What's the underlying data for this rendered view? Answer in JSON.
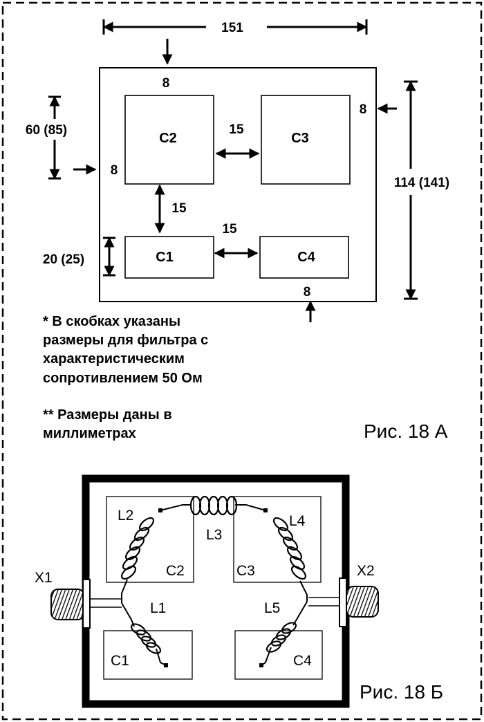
{
  "fig_a": {
    "caption": "Рис. 18 А",
    "overall_width": "151",
    "overall_height": "114 (141)",
    "cell_height_large": "60 (85)",
    "cell_height_small": "20 (25)",
    "margin_top": "8",
    "margin_left": "8",
    "margin_right": "8",
    "margin_bottom": "8",
    "gap_horizontal_top": "15",
    "gap_vertical": "15",
    "gap_horizontal_bottom": "15",
    "blocks": [
      "C2",
      "C3",
      "C1",
      "C4"
    ],
    "note1": [
      "* В скобках указаны",
      "размеры для фильтра с",
      "характеристическим",
      "сопротивлением 50 Ом"
    ],
    "note2": [
      "** Размеры даны в",
      "миллиметрах"
    ]
  },
  "fig_b": {
    "caption": "Рис. 18 Б",
    "connectors": [
      "X1",
      "X2"
    ],
    "inductors": [
      "L1",
      "L2",
      "L3",
      "L4",
      "L5"
    ],
    "capacitors": [
      "C2",
      "C3",
      "C1",
      "C4"
    ]
  },
  "colors": {
    "ink": "#000000",
    "paper": "#ffffff"
  }
}
